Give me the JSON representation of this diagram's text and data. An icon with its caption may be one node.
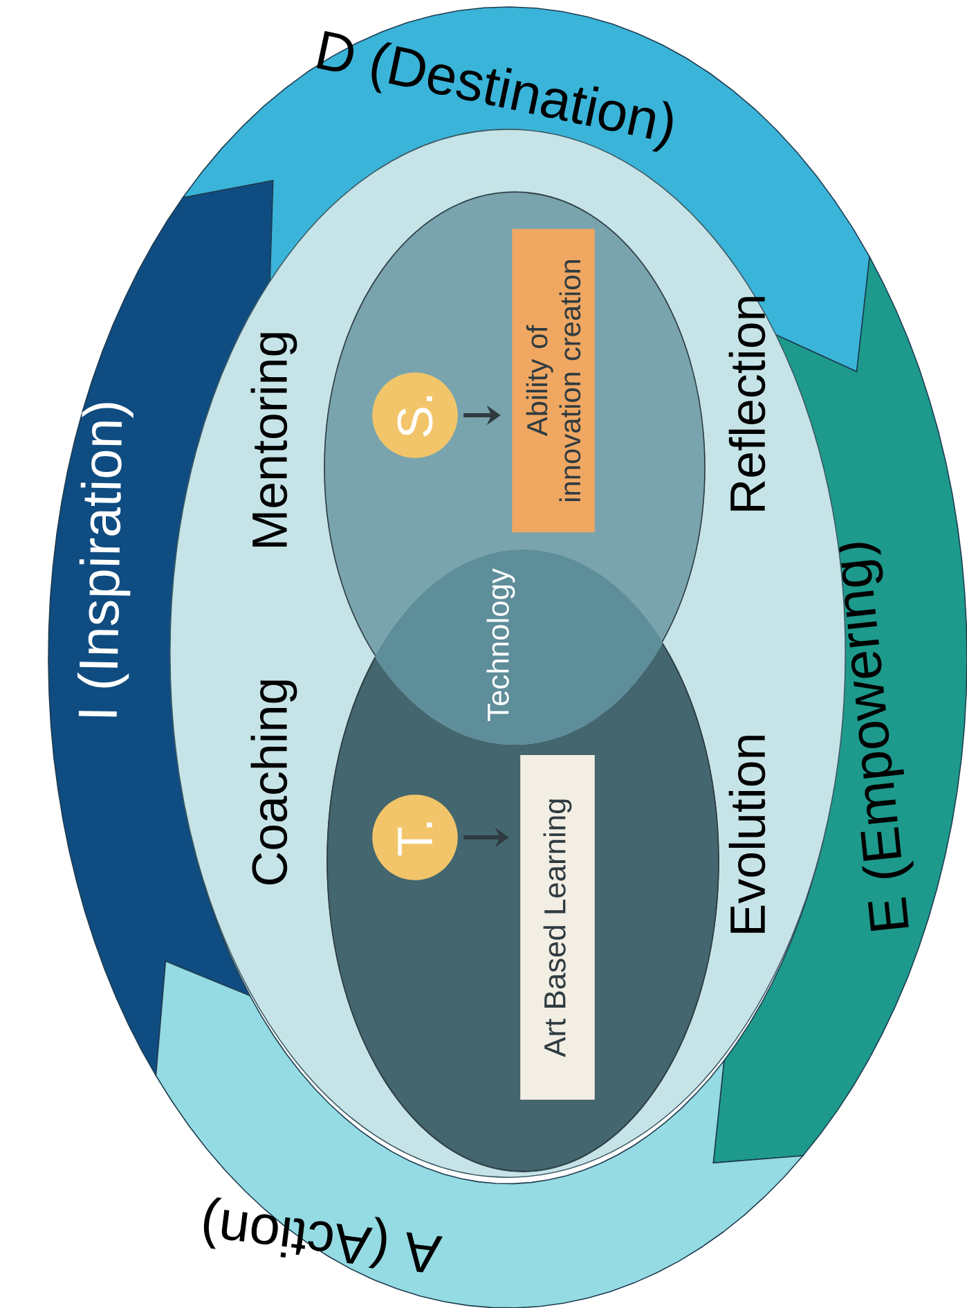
{
  "diagram": {
    "nodes": [
      {
        "text": [
          "I (Inspiration)"
        ]
      },
      {
        "text": [
          "D (Destination)"
        ]
      },
      {
        "text": [
          "E (Empowering)"
        ]
      },
      {
        "text": [
          "A (Action)"
        ]
      },
      {
        "text": [
          "Coaching",
          "Mentoring",
          "Evolution",
          "Reflection"
        ]
      },
      {
        "text": [],
        "shape": "circle",
        "in": 4
      },
      {
        "text": [],
        "shape": "circle",
        "in": 4
      },
      {
        "text": [
          "T."
        ],
        "in": 5
      },
      {
        "text": [
          "Art Based Learning"
        ],
        "in": 5
      },
      {
        "text": [
          "S."
        ],
        "in": 6
      },
      {
        "text": [
          "Ability of innovation creation"
        ],
        "in": 6
      }
    ],
    "edges": [
      {
        "from": 7,
        "to": 8,
        "arrow": "to"
      },
      {
        "from": 9,
        "to": 10,
        "arrow": "to"
      }
    ],
    "labels": [
      "Technology"
    ]
  }
}
